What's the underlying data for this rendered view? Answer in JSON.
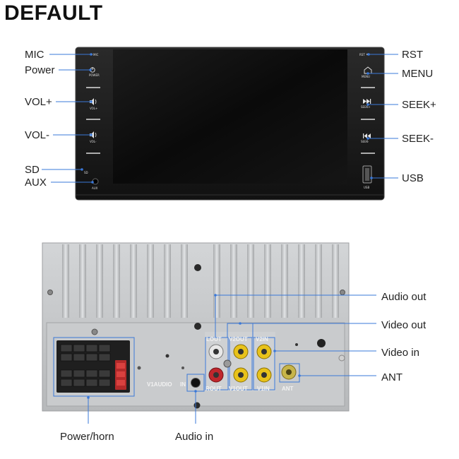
{
  "brand": {
    "title": "DEFAULT"
  },
  "front_panel": {
    "left_labels": {
      "mic": "MIC",
      "power": "Power",
      "vol_up": "VOL+",
      "vol_down": "VOL-",
      "sd": "SD",
      "aux": "AUX"
    },
    "right_labels": {
      "rst": "RST",
      "menu": "MENU",
      "seek_up": "SEEK+",
      "seek_down": "SEEK-",
      "usb": "USB"
    },
    "button_captions": {
      "mic": "MIC",
      "power": "POWER",
      "vol_up": "VOL+",
      "vol_down": "VOL-",
      "sd": "SD",
      "aux": "AUX",
      "rst": "RST",
      "menu": "MENU",
      "seek_up": "SEEK+",
      "seek_down": "SEEK-",
      "usb": "USB"
    }
  },
  "rear_panel": {
    "callouts": {
      "audio_out": "Audio out",
      "video_out": "Video out",
      "video_in": "Video in",
      "ant": "ANT",
      "power_horn": "Power/horn",
      "audio_in": "Audio in"
    },
    "port_labels": {
      "lout": "LOUT",
      "v2out": "V2OUT",
      "v2in": "V2IN",
      "rout": "ROUT",
      "v1out": "V1OUT",
      "v1in": "V1IN",
      "ant": "ANT",
      "v1audio": "V1AUDIO",
      "in": "IN"
    }
  },
  "colors": {
    "leader": "#3a78d8",
    "panel_body": "#1a1a1a",
    "screen": "#0c0c0c",
    "chassis": "#c6c8ca",
    "rca_red": "#c0272d",
    "rca_yellow": "#e8c21a",
    "rca_white": "#e8e8e8"
  }
}
